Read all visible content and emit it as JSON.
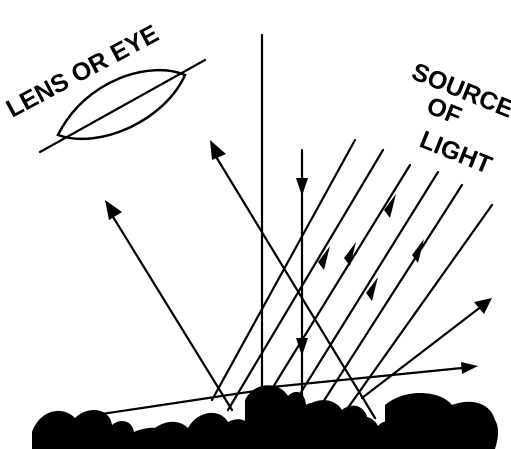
{
  "labels": {
    "lens": "LENS OR EYE",
    "source_line1": "SOURCE",
    "source_line2": "OF",
    "source_line3": "LIGHT"
  },
  "colors": {
    "ink": "#000000",
    "paper": "#ffffff"
  }
}
